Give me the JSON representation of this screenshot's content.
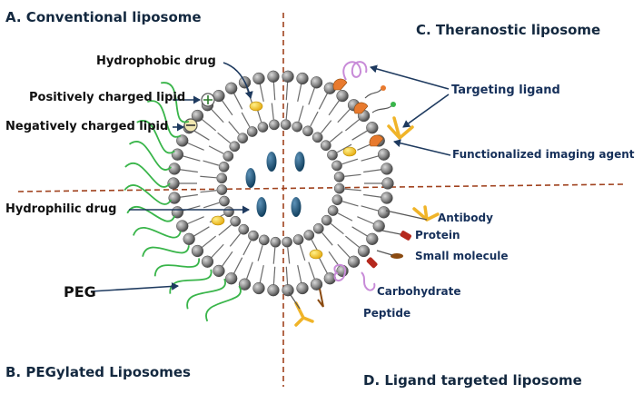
{
  "quadrants": {
    "conventional": "A. Conventional liposome",
    "pegylated": "B. PEGylated Liposomes",
    "theranostic": "C. Theranostic liposome",
    "ligand": "D. Ligand targeted liposome"
  },
  "labels": {
    "hydrophobic_drug": "Hydrophobic drug",
    "positive_lipid": "Positively charged lipid",
    "negative_lipid": "Negatively charged lipid",
    "hydrophilic_drug": "Hydrophilic drug",
    "peg": "PEG",
    "targeting_ligand": "Targeting ligand",
    "imaging_agent": "Functionalized imaging agent",
    "antibody": "Antibody",
    "protein": "Protein",
    "small_molecule": "Small molecule",
    "carbohydrate": "Carbohydrate",
    "peptide": "Peptide"
  },
  "colors": {
    "divider": "#a0421e",
    "lipid_head": "#8a8a8a",
    "hydrophilic_drug": "#1e5378",
    "hydrophobic_drug": "#f2c21b",
    "peg": "#39b54a",
    "ligand_orange": "#e87a2e",
    "antibody": "#f0b429",
    "protein": "#b5281d",
    "carbohydrate": "#c88bd8",
    "arrow": "#1e3a5f"
  }
}
